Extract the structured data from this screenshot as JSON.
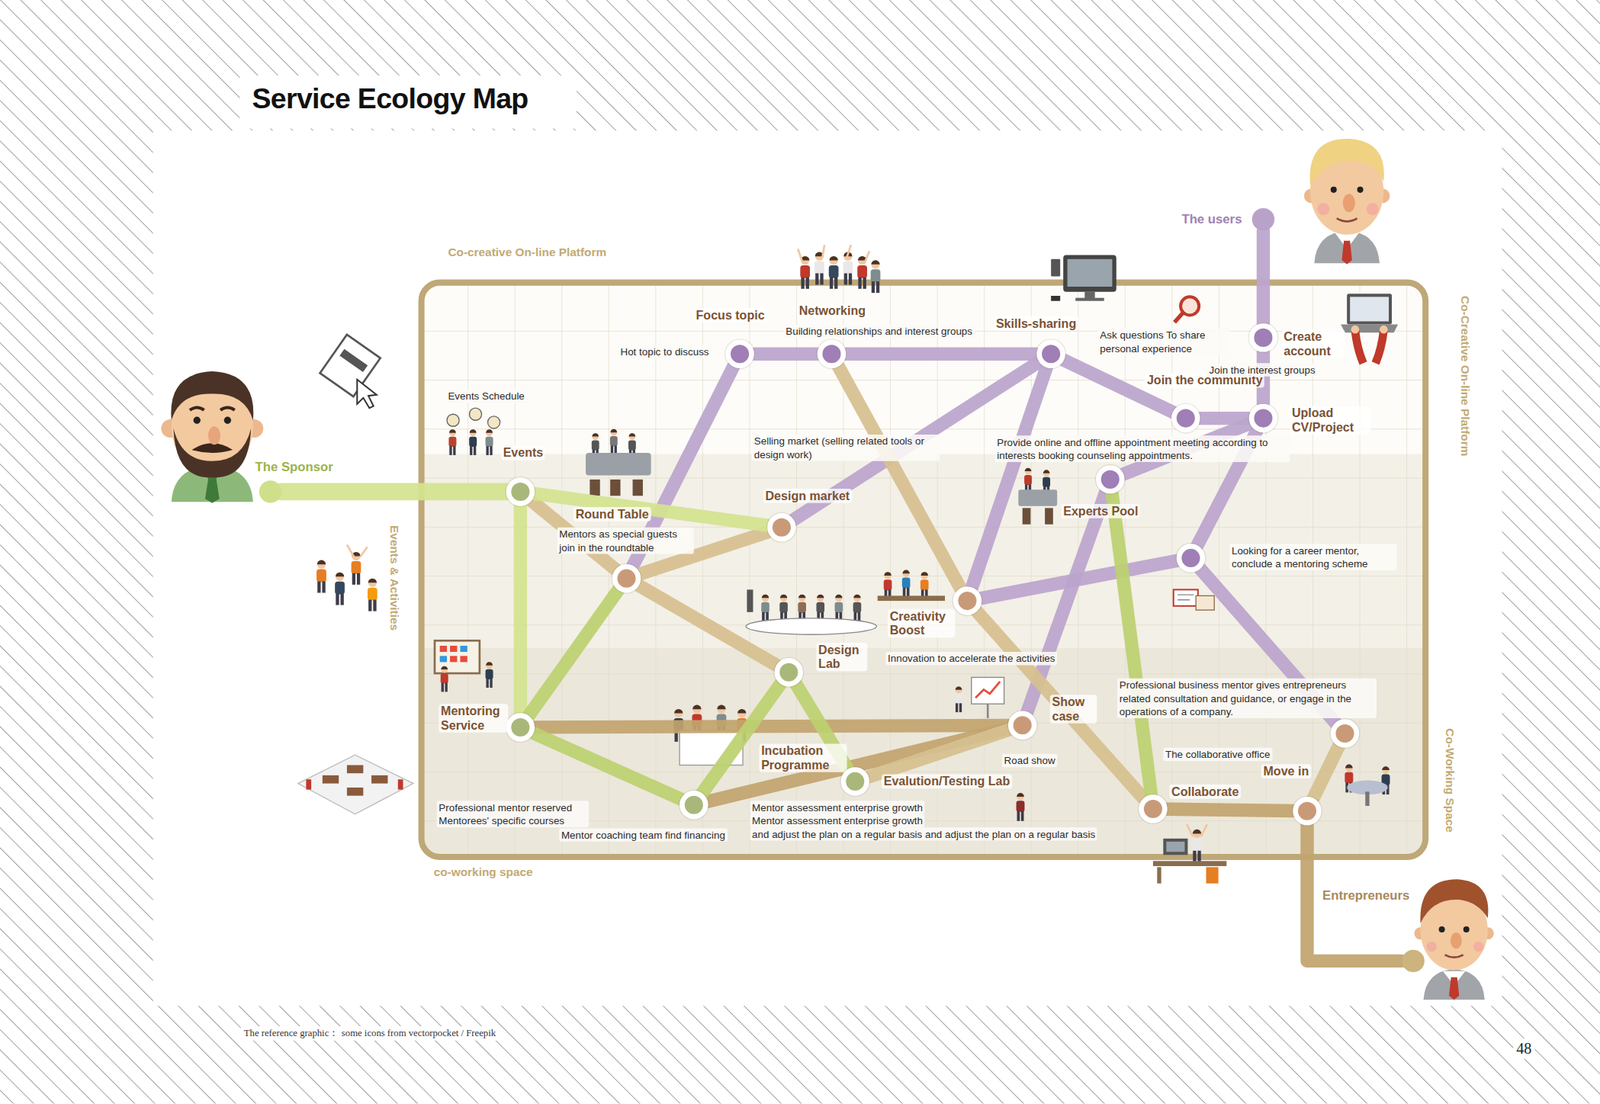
{
  "diagram": {
    "title": "Service Ecology Map",
    "nodes": [
      {
        "text": [
          "The Sponsor"
        ]
      },
      {
        "text": [
          "The users"
        ]
      },
      {
        "text": [
          "Entrepreneurs"
        ]
      },
      {
        "text": [
          "Focus topic"
        ]
      },
      {
        "text": [
          "Networking"
        ]
      },
      {
        "text": [
          "Skills-sharing"
        ]
      },
      {
        "text": [
          "Create account"
        ]
      },
      {
        "text": [
          "Join the community"
        ]
      },
      {
        "text": [
          "Upload CV/Project"
        ]
      },
      {
        "text": [
          "Events"
        ]
      },
      {
        "text": [
          "Round Table"
        ]
      },
      {
        "text": [
          "Design market"
        ]
      },
      {
        "text": [
          "Experts Pool"
        ]
      },
      {
        "text": [
          "Looking for a career mentor, conclude a mentoring scheme"
        ]
      },
      {
        "text": [
          "Creativity Boost"
        ]
      },
      {
        "text": [
          "Design Lab"
        ]
      },
      {
        "text": [
          "Mentoring Service"
        ]
      },
      {
        "text": [
          "Show case"
        ]
      },
      {
        "text": [
          "Incubation Programme"
        ]
      },
      {
        "text": [
          "Evalution/Testing Lab"
        ]
      },
      {
        "text": [
          "Collaborate"
        ]
      },
      {
        "text": [
          "Move in"
        ]
      },
      {
        "text": [
          "Professional business mentor gives entrepreneurs related consultation and guidance, or engage in the operations of a company."
        ]
      }
    ],
    "edges": [
      {
        "from": 0,
        "to": 9,
        "arrow": "none"
      },
      {
        "from": 1,
        "to": 6,
        "arrow": "none"
      },
      {
        "from": 6,
        "to": 8,
        "arrow": "none"
      },
      {
        "from": 8,
        "to": 7,
        "arrow": "none"
      },
      {
        "from": 7,
        "to": 5,
        "arrow": "none"
      },
      {
        "from": 5,
        "to": 4,
        "arrow": "none"
      },
      {
        "from": 4,
        "to": 3,
        "arrow": "none"
      },
      {
        "from": 3,
        "to": 10,
        "arrow": "none"
      },
      {
        "from": 5,
        "to": 11,
        "arrow": "none"
      },
      {
        "from": 5,
        "to": 14,
        "arrow": "none"
      },
      {
        "from": 8,
        "to": 12,
        "arrow": "none"
      },
      {
        "from": 12,
        "to": 17,
        "arrow": "none"
      },
      {
        "from": 8,
        "to": 13,
        "arrow": "none"
      },
      {
        "from": 13,
        "to": 14,
        "arrow": "none"
      },
      {
        "from": 13,
        "to": 22,
        "arrow": "none"
      },
      {
        "from": 9,
        "to": 10,
        "arrow": "none"
      },
      {
        "from": 10,
        "to": 11,
        "arrow": "none"
      },
      {
        "from": 10,
        "to": 15,
        "arrow": "none"
      },
      {
        "from": 4,
        "to": 14,
        "arrow": "none"
      },
      {
        "from": 14,
        "to": 20,
        "arrow": "none"
      },
      {
        "from": 16,
        "to": 17,
        "arrow": "none"
      },
      {
        "from": 18,
        "to": 17,
        "arrow": "none"
      },
      {
        "from": 20,
        "to": 21,
        "arrow": "none"
      },
      {
        "from": 21,
        "to": 22,
        "arrow": "none"
      },
      {
        "from": 21,
        "to": 2,
        "arrow": "none"
      },
      {
        "from": 12,
        "to": 20,
        "arrow": "none"
      },
      {
        "from": 9,
        "to": 16,
        "arrow": "none"
      },
      {
        "from": 9,
        "to": 11,
        "arrow": "none"
      },
      {
        "from": 16,
        "to": 10,
        "arrow": "none"
      },
      {
        "from": 16,
        "to": 18,
        "arrow": "none"
      },
      {
        "from": 18,
        "to": 15,
        "arrow": "none"
      },
      {
        "from": 15,
        "to": 19,
        "arrow": "none"
      },
      {
        "from": 19,
        "to": 17,
        "arrow": "none"
      }
    ],
    "labels": [
      "Co-creative On-line Platform",
      "Co-Creative On-line Platform",
      "Co-Working Space",
      "Events & Activities",
      "co-working space",
      "Hot topic to discuss",
      "Building relationships and interest groups",
      "Ask questions To share personal experience",
      "Join the interest groups",
      "Events Schedule",
      "Selling market (selling related tools or design work)",
      "Provide online and offline appointment meeting according to interests booking counseling appointments.",
      "Mentors as special guests join in the roundtable",
      "Innovation to accelerate the activities",
      "Road show",
      "The collaborative office",
      "Professional mentor reserved Mentorees' specific courses",
      "Mentor coaching team find financing",
      "Mentor assessment enterprise growth",
      "Mentor assessment enterprise growth",
      "and adjust the plan on a regular basis and adjust the plan on a regular basis",
      "The reference graphic： some icons from vectorpocket / Freepik",
      "48"
    ]
  }
}
